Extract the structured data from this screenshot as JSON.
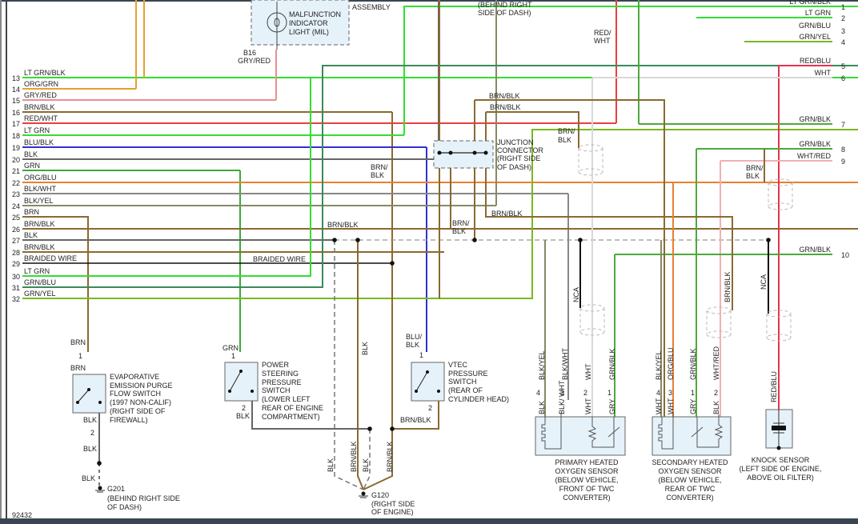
{
  "diagram_id": "92432",
  "colors": {
    "LT GRN": "#33dd33",
    "GRN": "#3aaa3a",
    "GRN/BLU": "#3a8a5a",
    "GRN/YEL": "#7ab81e",
    "GRN/BLK": "#4caa3a",
    "LT GRN/BLK": "#33dd33",
    "ORG/GRN": "#e8a030",
    "ORG/BLU": "#e88030",
    "GRY/RED": "#e89090",
    "BRN/BLK": "#8a6a30",
    "BRN": "#8a6a30",
    "RED/WHT": "#e84040",
    "RED/BLU": "#e83050",
    "WHT/RED": "#f0b0b0",
    "BLU/BLK": "#3030d0",
    "BLK": "#666666",
    "BLK/WHT": "#888888",
    "BLK/YEL": "#888866",
    "WHT": "#d8d8d8",
    "BRAIDED WIRE": "#111111",
    "GRY": "#999999"
  },
  "left_pins": [
    {
      "num": "13",
      "wire": "LT GRN/BLK"
    },
    {
      "num": "14",
      "wire": "ORG/GRN"
    },
    {
      "num": "15",
      "wire": "GRY/RED"
    },
    {
      "num": "16",
      "wire": "BRN/BLK"
    },
    {
      "num": "17",
      "wire": "RED/WHT"
    },
    {
      "num": "18",
      "wire": "LT GRN"
    },
    {
      "num": "19",
      "wire": "BLU/BLK"
    },
    {
      "num": "20",
      "wire": "BLK"
    },
    {
      "num": "21",
      "wire": "GRN"
    },
    {
      "num": "22",
      "wire": "ORG/BLU"
    },
    {
      "num": "23",
      "wire": "BLK/WHT"
    },
    {
      "num": "24",
      "wire": "BLK/YEL"
    },
    {
      "num": "25",
      "wire": "BRN"
    },
    {
      "num": "26",
      "wire": "BRN/BLK"
    },
    {
      "num": "27",
      "wire": "BLK"
    },
    {
      "num": "28",
      "wire": "BRN/BLK"
    },
    {
      "num": "29",
      "wire": "BRAIDED WIRE"
    },
    {
      "num": "30",
      "wire": "LT GRN"
    },
    {
      "num": "31",
      "wire": "GRN/BLU"
    },
    {
      "num": "32",
      "wire": "GRN/YEL"
    }
  ],
  "right_pins": [
    {
      "num": "1",
      "wire": "LT GRN/BLK"
    },
    {
      "num": "2",
      "wire": "LT GRN"
    },
    {
      "num": "3",
      "wire": "GRN/BLU"
    },
    {
      "num": "4",
      "wire": "GRN/YEL"
    },
    {
      "num": "5",
      "wire": "RED/BLU"
    },
    {
      "num": "6",
      "wire": "WHT"
    },
    {
      "num": "7",
      "wire": "GRN/BLK"
    },
    {
      "num": "8",
      "wire": "GRN/BLK"
    },
    {
      "num": "9",
      "wire": "WHT/RED"
    },
    {
      "num": "10",
      "wire": "GRN/BLK"
    }
  ],
  "top": {
    "assembly_label": "ASSEMBLY",
    "mil_lines": [
      "MALFUNCTION",
      "INDICATOR",
      "LIGHT (MIL)"
    ],
    "mil_pin": "B16",
    "mil_wire": "GRY/RED",
    "behind_dash_lines": [
      "(BEHIND RIGHT",
      "SIDE OF DASH)"
    ],
    "red_wht_lines": [
      "RED/",
      "WHT"
    ]
  },
  "junction": {
    "lines": [
      "JUNCTION",
      "CONNECTOR",
      "(RIGHT SIDE",
      "OF DASH)"
    ],
    "wire_top1": "BRN/BLK",
    "wire_top2": "BRN/BLK",
    "wire_side": [
      "BRN/",
      "BLK"
    ],
    "wire_bottom": "BRN/BLK",
    "wire_bottom2": [
      "BRN/",
      "BLK"
    ]
  },
  "mid_labels": {
    "brn_blk_a": [
      "BRN/",
      "BLK"
    ],
    "brn_blk_b": "BRN/BLK",
    "braided": "BRAIDED WIRE",
    "brn_blk_right": [
      "BRN/",
      "BLK"
    ]
  },
  "evap": {
    "lines": [
      "EVAPORATIVE",
      "EMISSION PURGE",
      "FLOW SWITCH",
      "(1997 NON-CALIF)",
      "(RIGHT SIDE OF",
      "FIREWALL)"
    ],
    "wire_in": "BRN",
    "pin1": "1",
    "wire_in2": "BRN",
    "wire_out": "BLK",
    "pin2": "2",
    "wire_out2": "BLK",
    "wire_out3": "BLK",
    "ground": "G201",
    "ground_lines": [
      "(BEHIND RIGHT SIDE",
      "OF DASH)"
    ]
  },
  "ps_switch": {
    "lines": [
      "POWER",
      "STEERING",
      "PRESSURE",
      "SWITCH",
      "(LOWER LEFT",
      "REAR OF ENGINE",
      "COMPARTMENT)"
    ],
    "wire_in": "GRN",
    "pin1": "1",
    "pin2": "2",
    "wire_out": "BLK"
  },
  "vtec": {
    "lines": [
      "VTEC",
      "PRESSURE",
      "SWITCH",
      "(REAR OF",
      "CYLINDER HEAD)"
    ],
    "wire_in": [
      "BLU/",
      "BLK"
    ],
    "pin1": "1",
    "pin2": "2",
    "wire_out": "BRN/BLK"
  },
  "g120": {
    "ground": "G120",
    "lines": [
      "(RIGHT SIDE",
      "OF ENGINE)"
    ],
    "wires": [
      "BLK",
      "BRN/BLK",
      "BLK",
      "BRN/BLK"
    ],
    "blk_vert": "BLK"
  },
  "primary_o2": {
    "lines": [
      "PRIMARY HEATED",
      "OXYGEN SENSOR",
      "(BELOW VEHICLE,",
      "FRONT OF TWC",
      "CONVERTER)"
    ],
    "upper_wires": [
      "BLK/YEL",
      "BLK/WHT",
      "WHT",
      "GRN/BLK"
    ],
    "pins": [
      "4",
      "3",
      "2",
      "1"
    ],
    "lower_wires": [
      "BLK",
      "BLK/ WHT",
      "WHT",
      "GRY"
    ],
    "nca": "NCA"
  },
  "secondary_o2": {
    "lines": [
      "SECONDARY HEATED",
      "OXYGEN SENSOR",
      "(BELOW VEHICLE,",
      "REAR OF TWC",
      "CONVERTER)"
    ],
    "upper_wires": [
      "BLK/YEL",
      "ORG/BLU",
      "GRN/BLK",
      "WHT/RED"
    ],
    "pins": [
      "4",
      "3",
      "1",
      "2"
    ],
    "lower_wires": [
      "WHT",
      "WHT",
      "GRY",
      "BLK"
    ],
    "brn_blk": "BRN/BLK"
  },
  "knock": {
    "lines": [
      "KNOCK SENSOR",
      "(LEFT SIDE OF ENGINE,",
      "ABOVE OIL FILTER)"
    ],
    "wire": "RED/BLU",
    "nca": "NCA"
  }
}
